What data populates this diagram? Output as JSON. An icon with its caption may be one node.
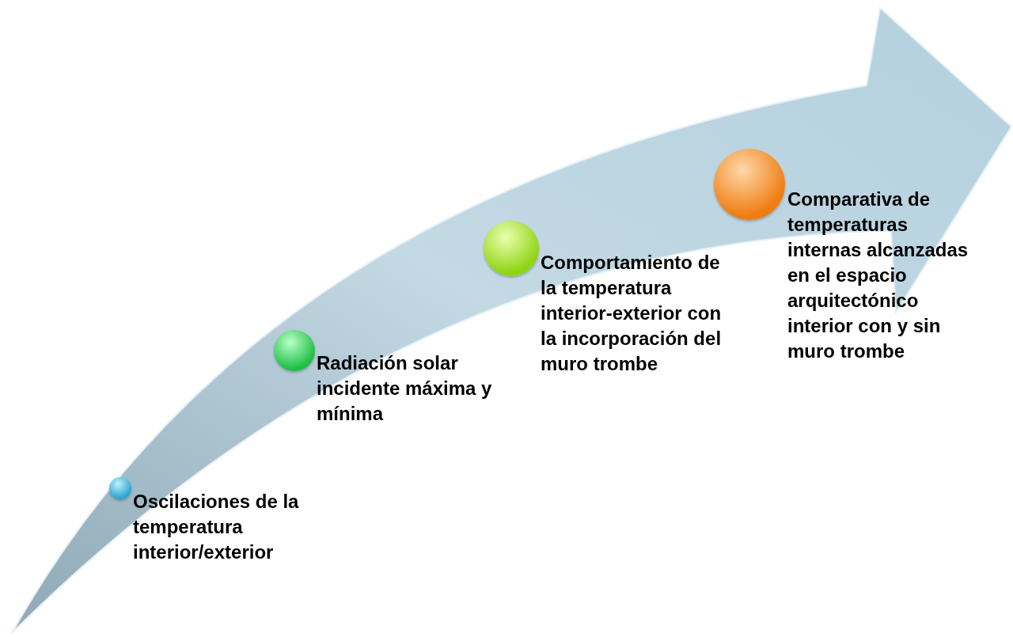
{
  "diagram": {
    "nodes": [
      {
        "text": [],
        "shape": "circle",
        "beside": [
          "Oscilaciones de la temperatura interior/exterior"
        ]
      },
      {
        "text": [],
        "shape": "circle",
        "beside": [
          "Radiación solar incidente máxima y mínima"
        ]
      },
      {
        "text": [],
        "shape": "circle",
        "beside": [
          "Comportamiento de la temperatura interior-exterior con la incorporación del muro trombe"
        ]
      },
      {
        "text": [],
        "shape": "circle",
        "beside": [
          "Comparativa de temperaturas internas alcanzadas en el espacio arquitectónico interior con y sin muro trombe"
        ]
      }
    ]
  }
}
